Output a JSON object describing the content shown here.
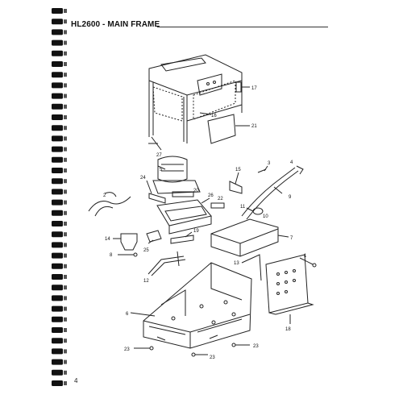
{
  "page": {
    "title": "HL2600 - MAIN FRAME",
    "page_number": "4"
  },
  "callouts": [
    "1",
    "2",
    "3",
    "4",
    "5",
    "6",
    "7",
    "8",
    "9",
    "10",
    "11",
    "12",
    "13",
    "14",
    "15",
    "16",
    "17",
    "18",
    "19",
    "20",
    "21",
    "22",
    "23",
    "23",
    "23",
    "24",
    "25",
    "26",
    "27"
  ],
  "colors": {
    "ink": "#222222",
    "binding": "#111111",
    "paper": "#ffffff"
  }
}
